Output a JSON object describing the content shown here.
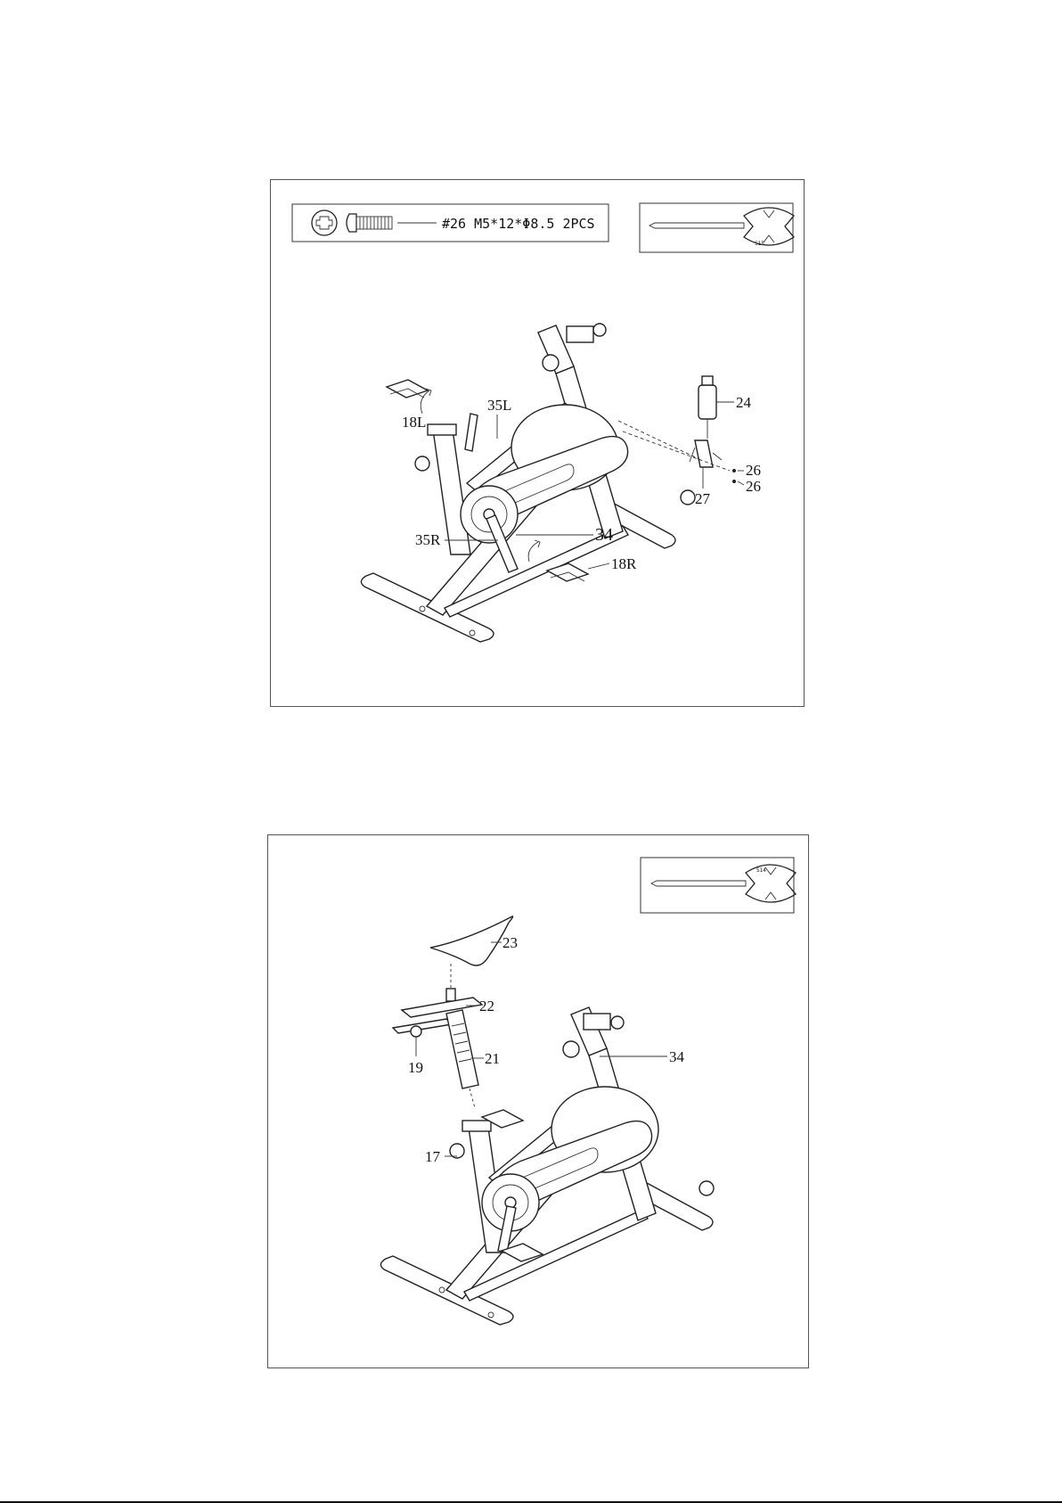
{
  "step1": {
    "hardware_text": "#26 M5*12*Φ8.5 2PCS",
    "wrench_label": "S15",
    "part_labels": {
      "pedal_left": "18L",
      "crank_left": "35L",
      "bottle": "24",
      "screw_a": "26",
      "screw_b": "26",
      "bottle_holder": "27",
      "crank_right": "35R",
      "frame": "34",
      "pedal_right": "18R"
    }
  },
  "step2": {
    "wrench_label": "S14",
    "part_labels": {
      "saddle": "23",
      "slider": "22",
      "knob": "19",
      "seat_post": "21",
      "frame": "34",
      "pop_pin": "17"
    }
  }
}
